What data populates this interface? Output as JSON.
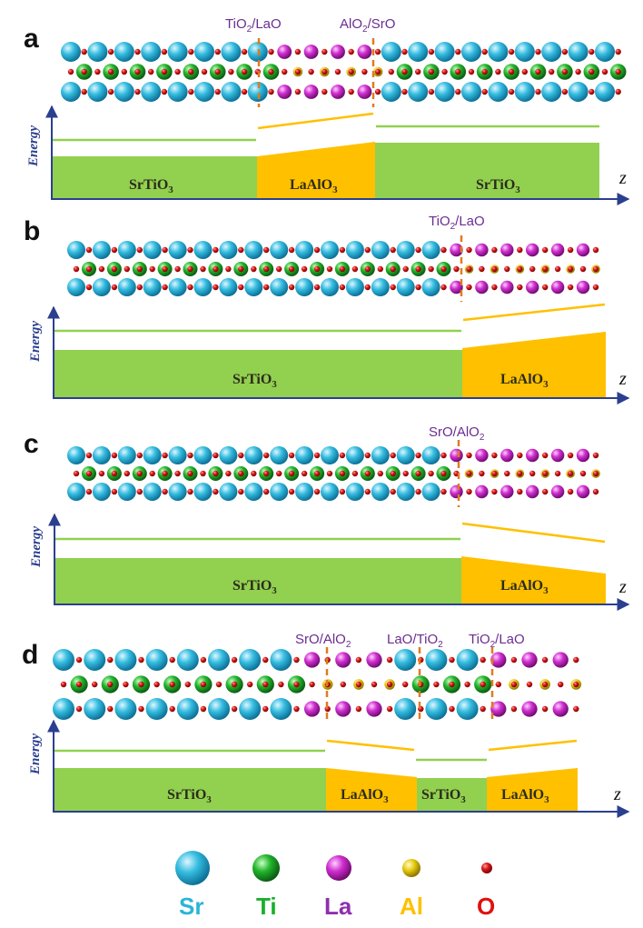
{
  "colors": {
    "sr": "#2ab5d6",
    "ti": "#19b02a",
    "la": "#cc22cc",
    "al": "#e4c800",
    "o": "#d01010",
    "sto_fill": "#92d050",
    "lao_fill": "#ffc000",
    "sto_line": "#92d050",
    "lao_line": "#ffc000",
    "axis": "#2b3f8f",
    "interface_dash": "#e07b20",
    "interface_text": "#6b2c91"
  },
  "energy_label": "Energy",
  "z_label": "z",
  "panels": [
    {
      "label": "a",
      "interfaces": [
        {
          "main": "TiO",
          "sub": "2",
          "rest": "/LaO"
        },
        {
          "main": "AlO",
          "sub": "2",
          "rest": "/SrO"
        }
      ],
      "layers": [
        {
          "main": "SrTiO",
          "sub": "3"
        },
        {
          "main": "LaAlO",
          "sub": "3"
        },
        {
          "main": "SrTiO",
          "sub": "3"
        }
      ]
    },
    {
      "label": "b",
      "interfaces": [
        {
          "main": "TiO",
          "sub": "2",
          "rest": "/LaO"
        }
      ],
      "layers": [
        {
          "main": "SrTiO",
          "sub": "3"
        },
        {
          "main": "LaAlO",
          "sub": "3"
        }
      ]
    },
    {
      "label": "c",
      "interfaces": [
        {
          "main": "SrO/AlO",
          "sub": "2",
          "rest": ""
        }
      ],
      "layers": [
        {
          "main": "SrTiO",
          "sub": "3"
        },
        {
          "main": "LaAlO",
          "sub": "3"
        }
      ]
    },
    {
      "label": "d",
      "interfaces": [
        {
          "main": "SrO/AlO",
          "sub": "2",
          "rest": ""
        },
        {
          "main": "LaO/TiO",
          "sub": "2",
          "rest": ""
        },
        {
          "main": "TiO",
          "sub": "2",
          "rest": "/LaO"
        }
      ],
      "layers": [
        {
          "main": "SrTiO",
          "sub": "3"
        },
        {
          "main": "LaAlO",
          "sub": "3"
        },
        {
          "main": "SrTiO",
          "sub": "3"
        },
        {
          "main": "LaAlO",
          "sub": "3"
        }
      ]
    }
  ],
  "legend": [
    {
      "symbol": "Sr",
      "color": "#2ab5d6"
    },
    {
      "symbol": "Ti",
      "color": "#19b02a"
    },
    {
      "symbol": "La",
      "color": "#8e2fb0"
    },
    {
      "symbol": "Al",
      "color": "#ffc000"
    },
    {
      "symbol": "O",
      "color": "#e01010"
    }
  ]
}
